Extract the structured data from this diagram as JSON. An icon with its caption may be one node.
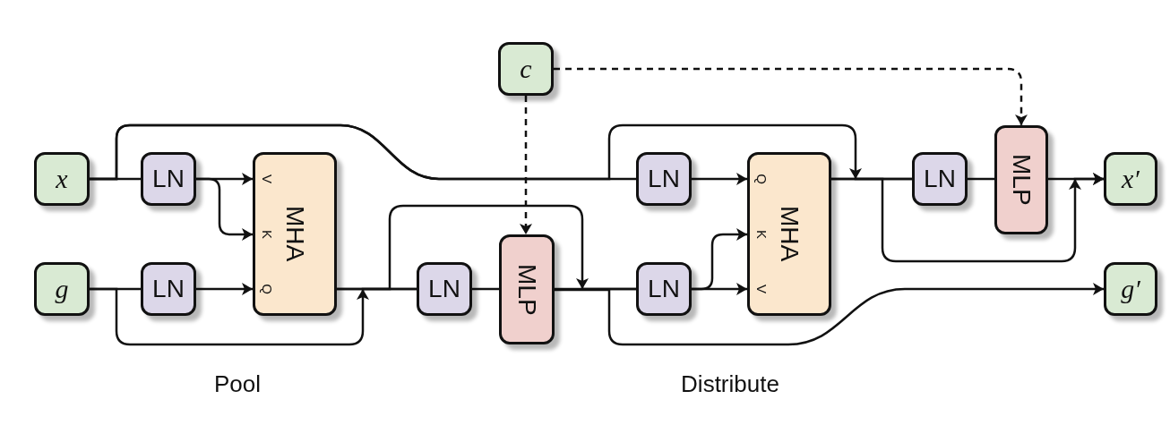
{
  "diagram": {
    "nodes": [
      {
        "text": [
          "x"
        ]
      },
      {
        "text": [
          "g"
        ]
      },
      {
        "text": [
          "c"
        ]
      },
      {
        "text": [
          "LN"
        ]
      },
      {
        "text": [
          "LN"
        ]
      },
      {
        "text": [
          "MHA",
          "V",
          "K",
          "Q"
        ]
      },
      {
        "text": [
          "LN"
        ]
      },
      {
        "text": [
          "MLP"
        ]
      },
      {
        "text": [
          "LN"
        ]
      },
      {
        "text": [
          "LN"
        ]
      },
      {
        "text": [
          "MHA",
          "Q",
          "K",
          "V"
        ]
      },
      {
        "text": [
          "LN"
        ]
      },
      {
        "text": [
          "MLP"
        ]
      },
      {
        "text": [
          "x′"
        ]
      },
      {
        "text": [
          "g′"
        ]
      }
    ],
    "edges": [
      {
        "from": 0,
        "to": 3,
        "arrow": "none"
      },
      {
        "from": 3,
        "to": 5,
        "arrow": "to"
      },
      {
        "from": 3,
        "to": 5,
        "arrow": "to"
      },
      {
        "from": 1,
        "to": 4,
        "arrow": "none"
      },
      {
        "from": 4,
        "to": 5,
        "arrow": "to"
      },
      {
        "from": 5,
        "to": 6,
        "arrow": "none"
      },
      {
        "from": 1,
        "to": 6,
        "arrow": "to"
      },
      {
        "from": 6,
        "to": 7,
        "arrow": "none"
      },
      {
        "from": 7,
        "to": 9,
        "arrow": "none"
      },
      {
        "from": 5,
        "to": 9,
        "arrow": "to"
      },
      {
        "from": 2,
        "to": 7,
        "arrow": "to",
        "style": "dashed"
      },
      {
        "from": 0,
        "to": 8,
        "arrow": "none"
      },
      {
        "from": 8,
        "to": 10,
        "arrow": "to"
      },
      {
        "from": 9,
        "to": 10,
        "arrow": "to"
      },
      {
        "from": 9,
        "to": 10,
        "arrow": "to"
      },
      {
        "from": 10,
        "to": 11,
        "arrow": "none"
      },
      {
        "from": 0,
        "to": 11,
        "arrow": "to"
      },
      {
        "from": 11,
        "to": 12,
        "arrow": "none"
      },
      {
        "from": 12,
        "to": 13,
        "arrow": "to"
      },
      {
        "from": 10,
        "to": 13,
        "arrow": "to"
      },
      {
        "from": 7,
        "to": 14,
        "arrow": "to"
      },
      {
        "from": 2,
        "to": 12,
        "arrow": "to",
        "style": "dashed"
      }
    ],
    "labels": [
      "Pool",
      "Distribute"
    ]
  }
}
